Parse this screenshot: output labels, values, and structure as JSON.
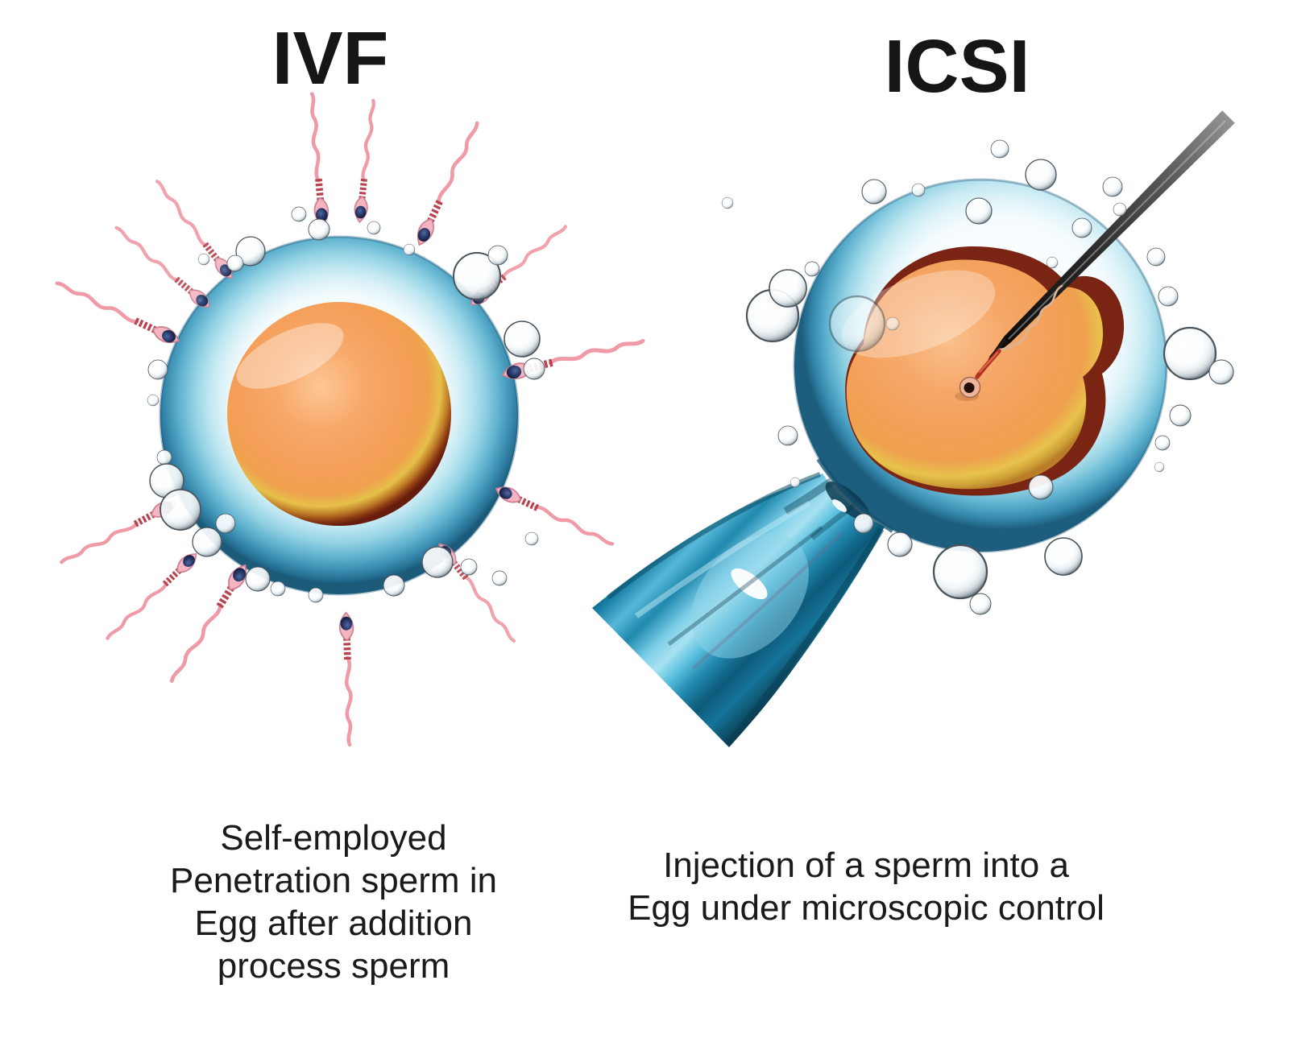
{
  "ivf_panel": {
    "title": "IVF",
    "caption_lines": [
      "Self-employed",
      "Penetration sperm in",
      "Egg after addition",
      "process sperm"
    ]
  },
  "icsi_panel": {
    "title": "ICSI",
    "caption_lines": [
      "Injection of a sperm into a",
      "Egg under microscopic control"
    ]
  },
  "palette": {
    "background": "#ffffff",
    "text": "#1a1a1a",
    "egg_ring_outer": "#24688a",
    "egg_ring_mid": "#7cc3db",
    "egg_ring_inner": "#eef9fc",
    "nucleus_orange": "#f49e58",
    "nucleus_yellow": "#e5c04a",
    "nucleus_rim_maroon": "#6f2310",
    "sperm_tail_pink": "#ef9aa6",
    "sperm_head_pink": "#f3b5c2",
    "sperm_head_nucleus_navy": "#16254a",
    "needle_black": "#0a0a0a",
    "pipette_teal": "#1a7fa6",
    "bubble_rim_gray": "#4a545c"
  },
  "icons": {
    "egg": "egg-cell-icon",
    "sperm": "sperm-cell-icon",
    "needle": "injection-needle-icon",
    "pipette": "holding-pipette-icon",
    "bubble": "bubble-icon"
  }
}
